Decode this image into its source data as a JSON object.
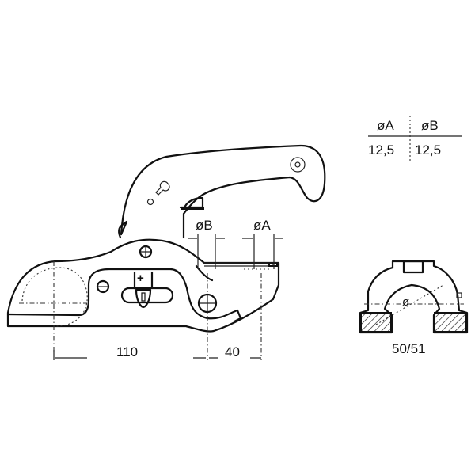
{
  "drawing": {
    "subject": "trailer-coupling-side-view",
    "dimensions": {
      "length_label": "110",
      "offset_label": "40",
      "diameter_b_label": "øB",
      "diameter_a_label": "øA"
    },
    "section": {
      "label": "50/51",
      "diameter_symbol": "ø"
    },
    "body_markings": {
      "plus_sign": "+"
    }
  },
  "table": {
    "headers": [
      "øA",
      "øB"
    ],
    "rows": [
      [
        "12,5",
        "12,5"
      ]
    ]
  },
  "colors": {
    "line": "#111111",
    "background": "#ffffff"
  }
}
